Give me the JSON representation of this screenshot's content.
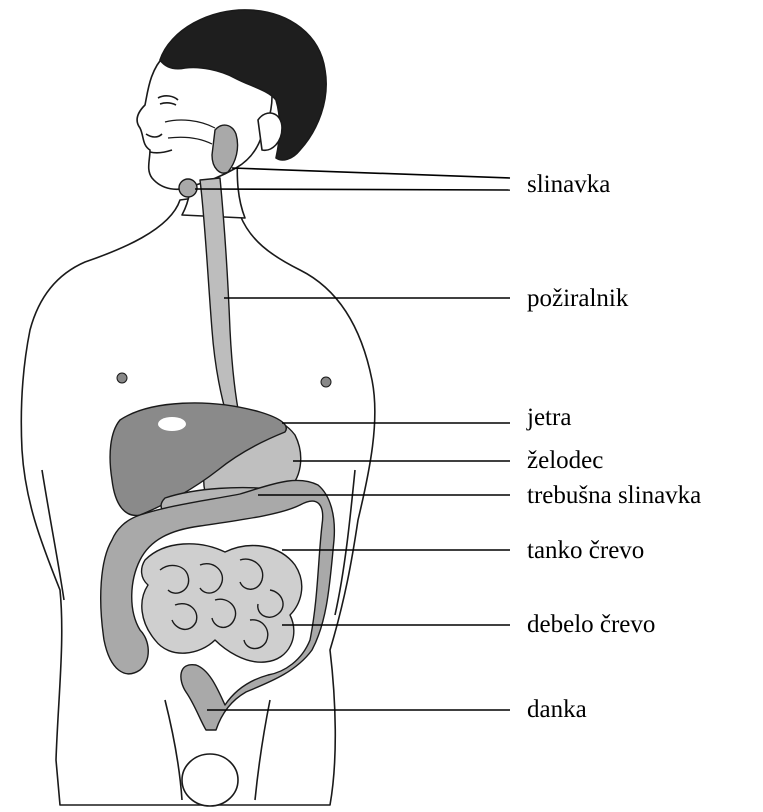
{
  "labels": {
    "salivary_gland": "slinavka",
    "esophagus": "požiralnik",
    "liver": "jetra",
    "stomach": "želodec",
    "pancreas": "trebušna slinavka",
    "small_intestine": "tanko črevo",
    "large_intestine": "debelo črevo",
    "rectum": "danka"
  },
  "colors": {
    "outline": "#1a1a1a",
    "organ_gray": "#a9a9a9",
    "liver_dark": "#8a8a8a",
    "skin": "#ffffff",
    "hair": "#1e1e1e"
  }
}
